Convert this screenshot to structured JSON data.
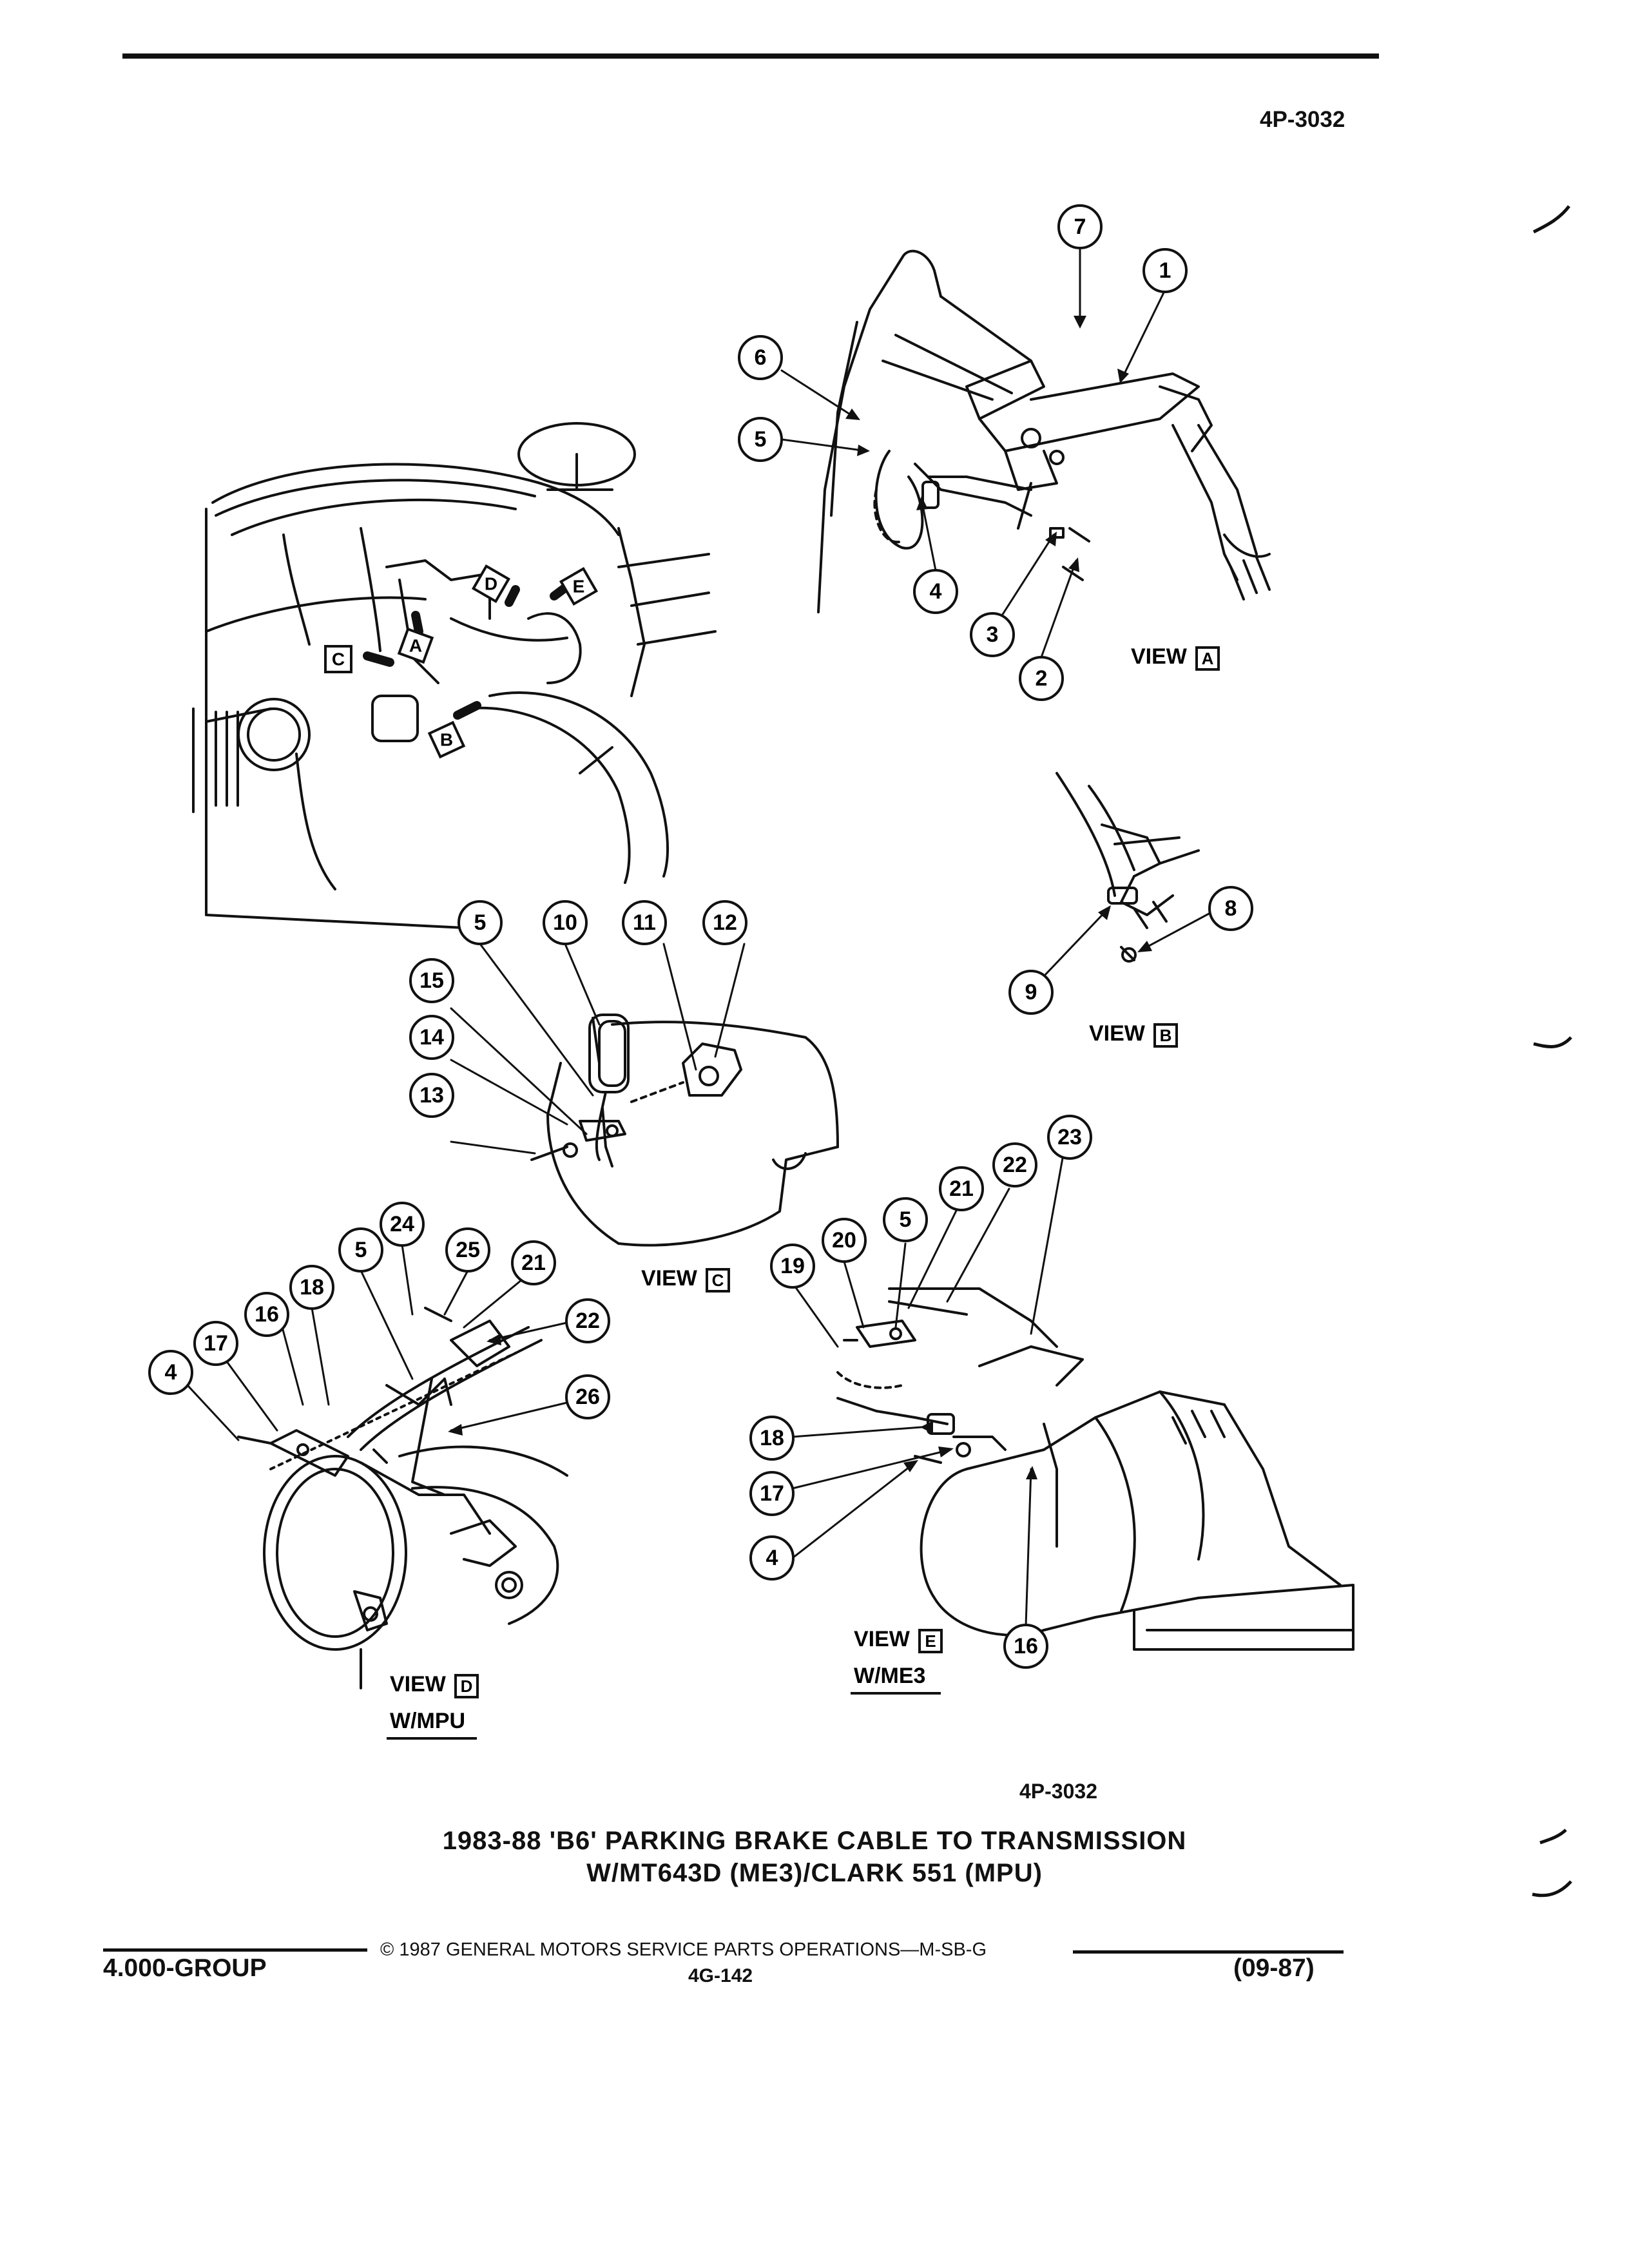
{
  "header": {
    "code": "4P-3032"
  },
  "views": {
    "a": {
      "word": "VIEW",
      "letter": "A"
    },
    "b": {
      "word": "VIEW",
      "letter": "B"
    },
    "c": {
      "word": "VIEW",
      "letter": "C"
    },
    "d": {
      "word": "VIEW",
      "letter": "D",
      "note": "W/MPU"
    },
    "e": {
      "word": "VIEW",
      "letter": "E",
      "note": "W/ME3"
    }
  },
  "overview_markers": [
    "A",
    "B",
    "C",
    "D",
    "E"
  ],
  "callouts": {
    "va": [
      "7",
      "1",
      "6",
      "5",
      "4",
      "3",
      "2"
    ],
    "vb": [
      "8",
      "9"
    ],
    "vc": [
      "5",
      "10",
      "11",
      "12",
      "15",
      "14",
      "13"
    ],
    "vd": [
      "24",
      "25",
      "5",
      "21",
      "18",
      "16",
      "17",
      "4",
      "22",
      "26"
    ],
    "ve": [
      "23",
      "22",
      "21",
      "5",
      "20",
      "19",
      "18",
      "17",
      "4",
      "16"
    ]
  },
  "footer": {
    "code": "4P-3032",
    "title_line1": "1983-88 'B6' PARKING BRAKE CABLE TO TRANSMISSION",
    "title_line2": "W/MT643D (ME3)/CLARK 551 (MPU)",
    "copyright": "© 1987 GENERAL MOTORS SERVICE PARTS OPERATIONS—M-SB-G",
    "group": "4.000-GROUP",
    "page": "4G-142",
    "date": "(09-87)"
  }
}
